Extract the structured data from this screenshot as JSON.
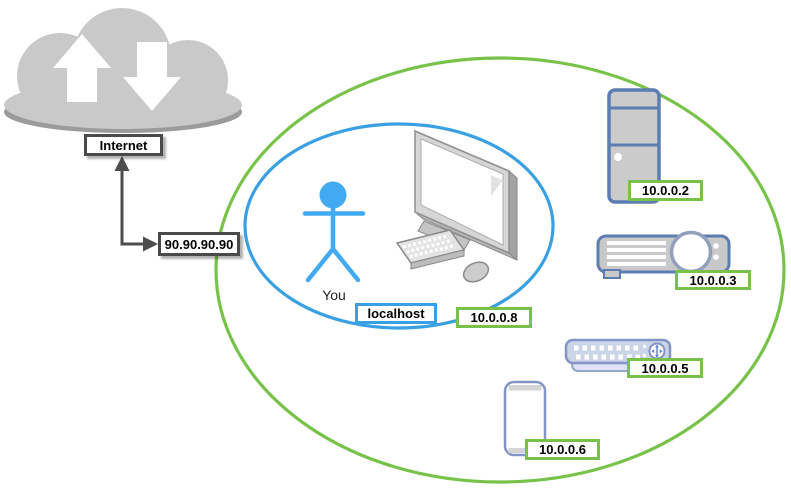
{
  "diagram": {
    "title_hint": "home network diagram",
    "internet_label": "Internet",
    "public_ip": "90.90.90.90",
    "you_label": "You",
    "localhost": {
      "name_label": "localhost",
      "ip": "10.0.0.8"
    },
    "devices": [
      {
        "kind": "server-tower",
        "ip": "10.0.0.2"
      },
      {
        "kind": "projector",
        "ip": "10.0.0.3"
      },
      {
        "kind": "switch",
        "ip": "10.0.0.5"
      },
      {
        "kind": "smartphone",
        "ip": "10.0.0.6"
      }
    ],
    "colors": {
      "lan_boundary_green": "#78c24a",
      "localhost_boundary_blue": "#3aa0e4",
      "person_blue": "#41aaf2",
      "dark_label_border": "#4a4a4a",
      "device_border_blue": "#5b7db1",
      "light_device_border": "#8394c6",
      "cloud_gray": "#c9c9c9"
    }
  }
}
